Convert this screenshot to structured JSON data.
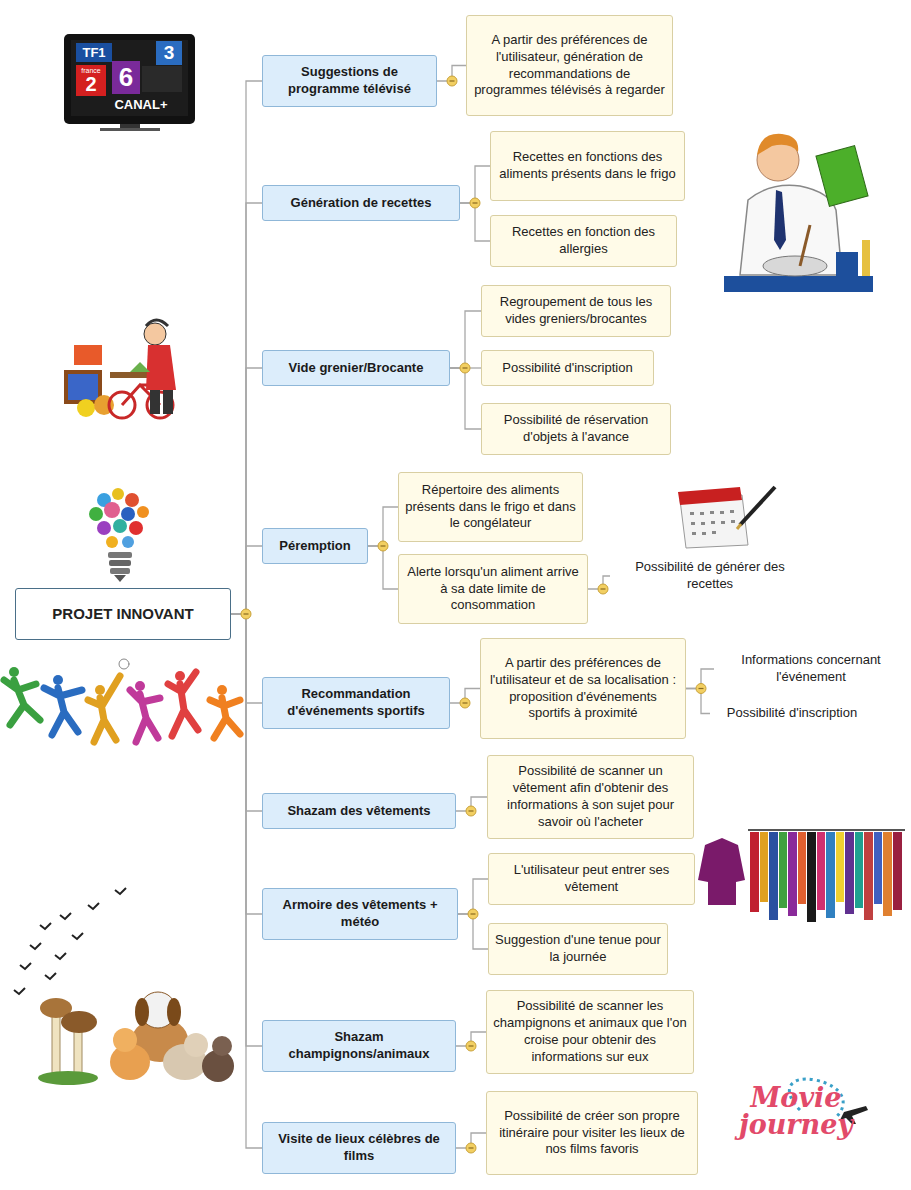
{
  "diagram": {
    "nodes": [
      {
        "text": [
          "PROJET INNOVANT"
        ]
      },
      {
        "text": [
          "Suggestions de programme télévisé"
        ]
      },
      {
        "text": [
          "A partir des préférences de l'utilisateur, génération de recommandations de programmes télévisés à regarder"
        ]
      },
      {
        "text": [
          "Génération de recettes"
        ]
      },
      {
        "text": [
          "Recettes en fonctions des aliments présents dans le frigo"
        ]
      },
      {
        "text": [
          "Recettes en fonction des allergies"
        ]
      },
      {
        "text": [
          "Vide grenier/Brocante"
        ]
      },
      {
        "text": [
          "Regroupement de tous les vides greniers/brocantes"
        ]
      },
      {
        "text": [
          "Possibilité d'inscription"
        ]
      },
      {
        "text": [
          "Possibilité de réservation d'objets à l'avance"
        ]
      },
      {
        "text": [
          "Péremption"
        ]
      },
      {
        "text": [
          "Répertoire des aliments présents dans le frigo et dans le congélateur"
        ]
      },
      {
        "text": [
          "Alerte lorsqu'un aliment arrive à sa date limite de consommation"
        ]
      },
      {
        "text": [
          "Possibilité de générer des recettes"
        ]
      },
      {
        "text": [
          "Recommandation d'événements sportifs"
        ]
      },
      {
        "text": [
          "A partir des préférences de l'utilisateur et de sa localisation : proposition d'événements sportifs à proximité"
        ]
      },
      {
        "text": [
          "Informations concernant l'événement"
        ]
      },
      {
        "text": [
          "Possibilité d'inscription"
        ]
      },
      {
        "text": [
          "Shazam des vêtements"
        ]
      },
      {
        "text": [
          "Possibilité de scanner un vêtement afin d'obtenir des informations à son sujet pour savoir où l'acheter"
        ]
      },
      {
        "text": [
          "Armoire des vêtements + météo"
        ]
      },
      {
        "text": [
          "L'utilisateur peut entrer ses vêtement"
        ]
      },
      {
        "text": [
          "Suggestion d'une tenue pour la journée"
        ]
      },
      {
        "text": [
          "Shazam champignons/animaux"
        ]
      },
      {
        "text": [
          "Possibilité de scanner les champignons et animaux que l'on croise pour obtenir des informations sur eux"
        ]
      },
      {
        "text": [
          "Visite de lieux célèbres de films"
        ]
      },
      {
        "text": [
          "Possibilité de créer son propre itinéraire pour visiter les lieux de nos films favoris"
        ]
      }
    ],
    "edges": [
      {
        "from": 0,
        "to": 1,
        "arrow": "none"
      },
      {
        "from": 1,
        "to": 2,
        "arrow": "none"
      },
      {
        "from": 0,
        "to": 3,
        "arrow": "none"
      },
      {
        "from": 3,
        "to": 4,
        "arrow": "none"
      },
      {
        "from": 3,
        "to": 5,
        "arrow": "none"
      },
      {
        "from": 0,
        "to": 6,
        "arrow": "none"
      },
      {
        "from": 6,
        "to": 7,
        "arrow": "none"
      },
      {
        "from": 6,
        "to": 8,
        "arrow": "none"
      },
      {
        "from": 6,
        "to": 9,
        "arrow": "none"
      },
      {
        "from": 0,
        "to": 10,
        "arrow": "none"
      },
      {
        "from": 10,
        "to": 11,
        "arrow": "none"
      },
      {
        "from": 10,
        "to": 12,
        "arrow": "none"
      },
      {
        "from": 12,
        "to": 13,
        "arrow": "none"
      },
      {
        "from": 0,
        "to": 14,
        "arrow": "none"
      },
      {
        "from": 14,
        "to": 15,
        "arrow": "none"
      },
      {
        "from": 15,
        "to": 16,
        "arrow": "none"
      },
      {
        "from": 15,
        "to": 17,
        "arrow": "none"
      },
      {
        "from": 0,
        "to": 18,
        "arrow": "none"
      },
      {
        "from": 18,
        "to": 19,
        "arrow": "none"
      },
      {
        "from": 0,
        "to": 20,
        "arrow": "none"
      },
      {
        "from": 20,
        "to": 21,
        "arrow": "none"
      },
      {
        "from": 20,
        "to": 22,
        "arrow": "none"
      },
      {
        "from": 0,
        "to": 23,
        "arrow": "none"
      },
      {
        "from": 23,
        "to": 24,
        "arrow": "none"
      },
      {
        "from": 0,
        "to": 25,
        "arrow": "none"
      },
      {
        "from": 25,
        "to": 26,
        "arrow": "none"
      }
    ],
    "labels": [
      "TF1",
      "france",
      "2",
      "6",
      "3",
      "CANAL+",
      "Movie journey"
    ]
  }
}
